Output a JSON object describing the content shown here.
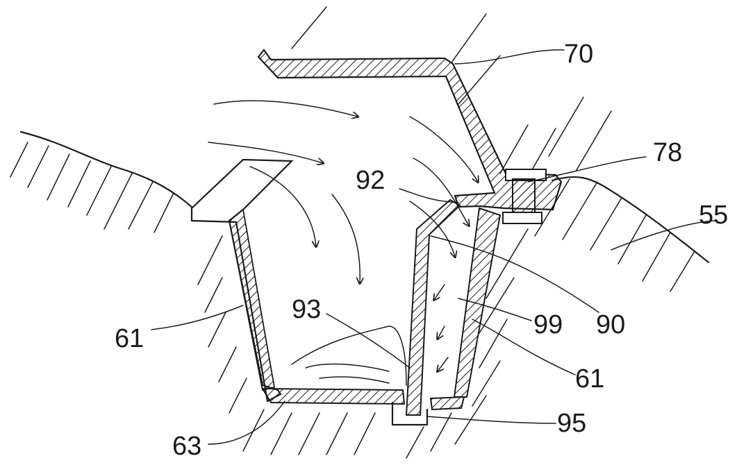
{
  "diagram": {
    "labels": {
      "l70": "70",
      "l78": "78",
      "l92": "92",
      "l55": "55",
      "l93": "93",
      "l99": "99",
      "l90": "90",
      "l61a": "61",
      "l61b": "61",
      "l63": "63",
      "l95": "95"
    },
    "colors": {
      "ink": "#1a1a1a",
      "paper": "#ffffff"
    }
  }
}
